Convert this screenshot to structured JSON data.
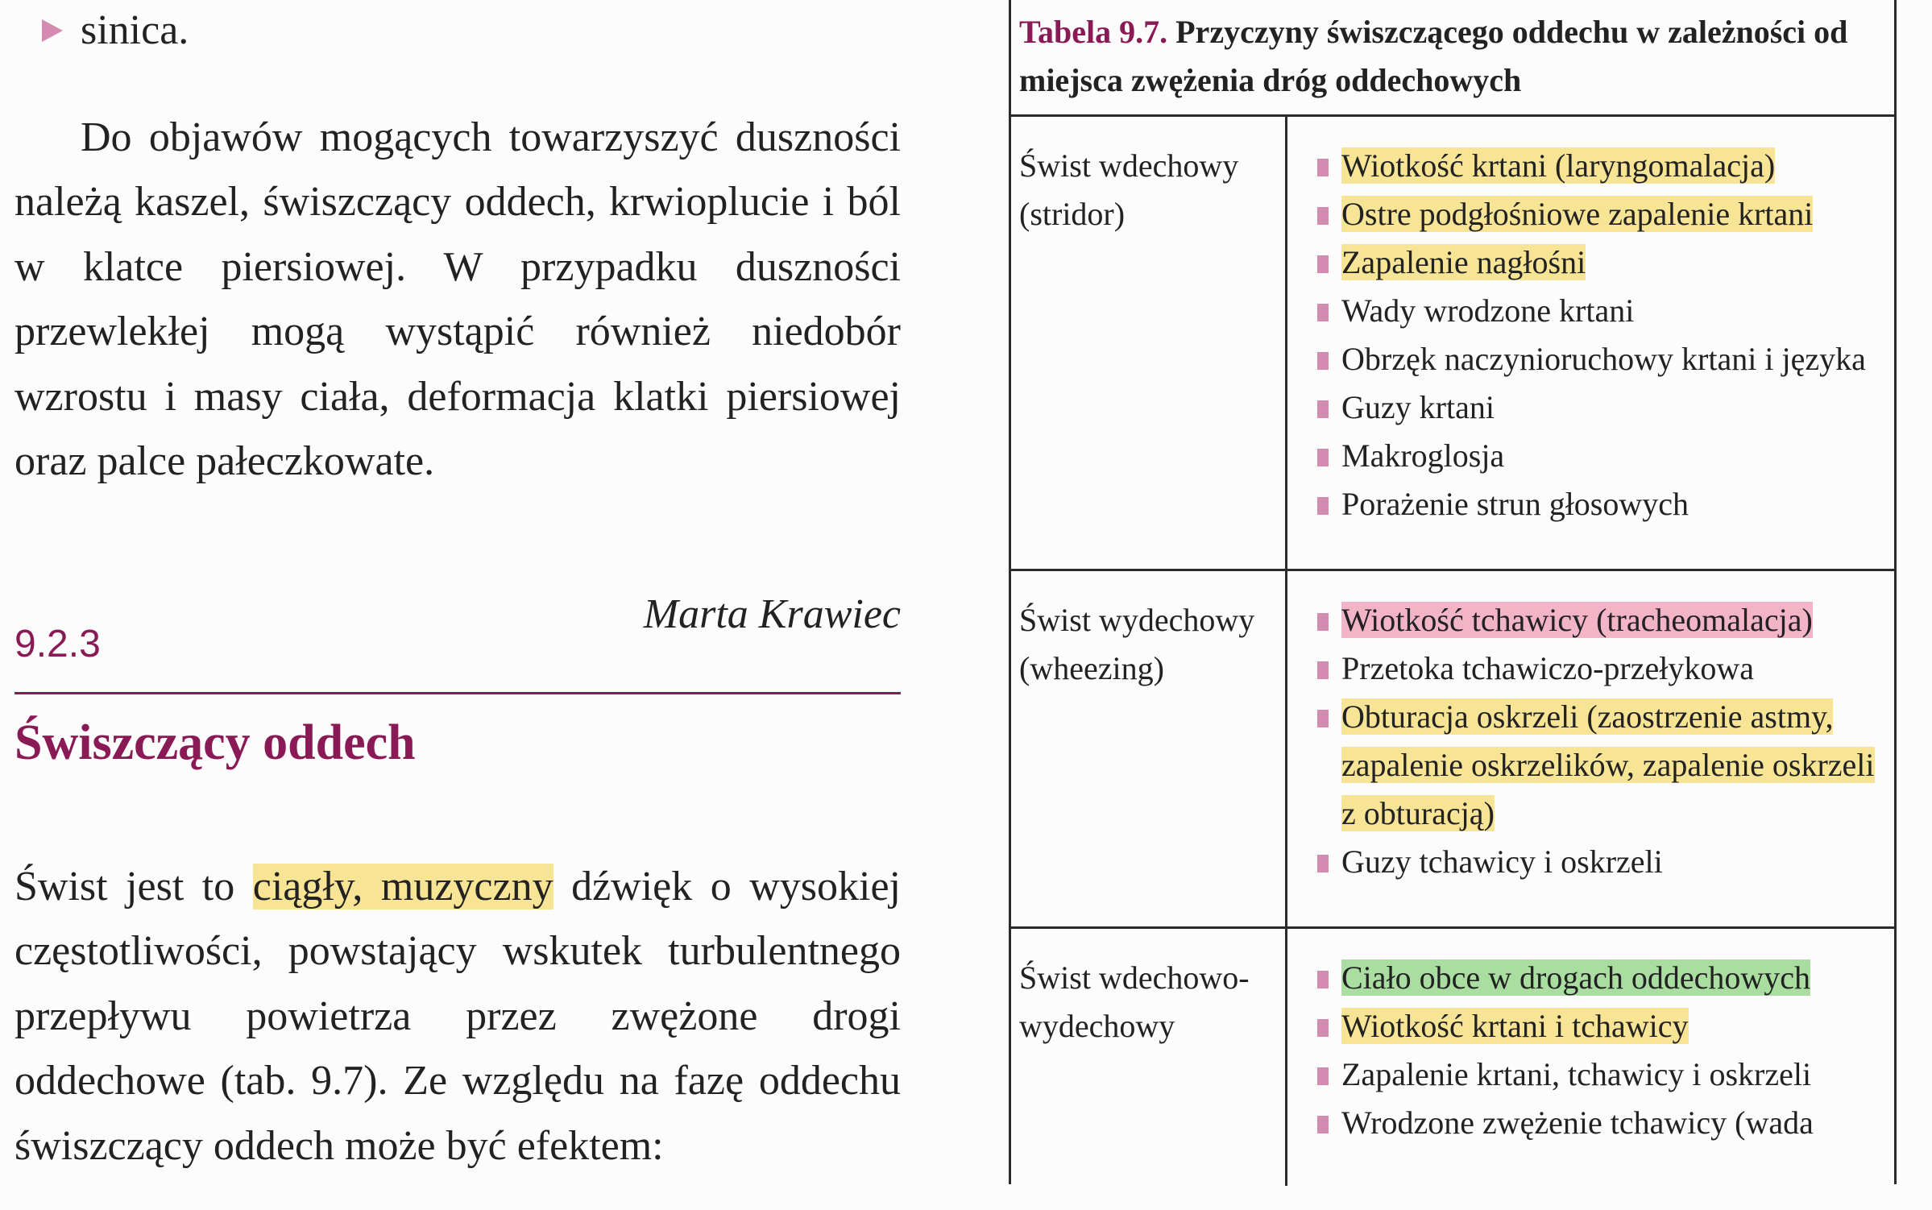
{
  "left": {
    "bullet_text": "sinica.",
    "para1": "Do objawów mogących towarzyszyć duszności należą kaszel, świszczący oddech, krwioplucie i ból w klatce piersiowej. W przypadku duszności przewlekłej mogą wystąpić również niedobór wzrostu i masy ciała, deformacja klatki piersiowej oraz palce pałeczkowate.",
    "author": "Marta Krawiec",
    "section_number": "9.2.3",
    "section_title": "Świszczący oddech",
    "para2_before": "Świst jest to ",
    "para2_highlight": "ciągły, muzyczny",
    "para2_after": " dźwięk o wysokiej częstotliwości, powstający wskutek turbulentnego przepływu powietrza przez zwężone drogi oddechowe (tab. 9.7). Ze względu na fazę oddechu świszczący oddech może być efektem:"
  },
  "table": {
    "caption_label": "Tabela 9.7.",
    "caption_text": " Przyczyny świszczącego oddechu w zależności od miejsca zwężenia dróg oddechowych",
    "rows": [
      {
        "category": "Świst wdechowy (stridor)",
        "items": [
          {
            "text": "Wiotkość krtani (laryngomalacja)",
            "highlight": "yellow"
          },
          {
            "text": "Ostre podgłośniowe zapalenie krtani",
            "highlight": "yellow"
          },
          {
            "text": "Zapalenie nagłośni",
            "highlight": "yellow"
          },
          {
            "text": "Wady wrodzone krtani",
            "highlight": "none"
          },
          {
            "text": "Obrzęk naczynioruchowy krtani i języka",
            "highlight": "none"
          },
          {
            "text": "Guzy krtani",
            "highlight": "none"
          },
          {
            "text": "Makroglosja",
            "highlight": "none"
          },
          {
            "text": "Porażenie strun głosowych",
            "highlight": "none"
          }
        ]
      },
      {
        "category": "Świst wydechowy (wheezing)",
        "items": [
          {
            "text": "Wiotkość tchawicy (tracheomalacja)",
            "highlight": "pink"
          },
          {
            "text": "Przetoka tchawiczo-przełykowa",
            "highlight": "none"
          },
          {
            "text": "Obturacja oskrzeli (zaostrzenie astmy, zapalenie oskrzelików, zapalenie oskrzeli z obturacją)",
            "highlight": "yellow"
          },
          {
            "text": "Guzy tchawicy i oskrzeli",
            "highlight": "none"
          }
        ]
      },
      {
        "category": "Świst wdechowo-wydechowy",
        "items": [
          {
            "text": "Ciało obce w drogach oddechowych",
            "highlight": "green"
          },
          {
            "text": "Wiotkość krtani i tchawicy",
            "highlight": "yellow"
          },
          {
            "text": "Zapalenie krtani, tchawicy i oskrzeli",
            "highlight": "none"
          },
          {
            "text": "Wrodzone zwężenie tchawicy (wada",
            "highlight": "none"
          }
        ]
      }
    ]
  },
  "colors": {
    "accent": "#8a1a56",
    "bullet": "#d48bb2",
    "highlight_yellow": "#f8e495",
    "highlight_pink": "#f2b4c6",
    "highlight_green": "#a9dea0"
  }
}
